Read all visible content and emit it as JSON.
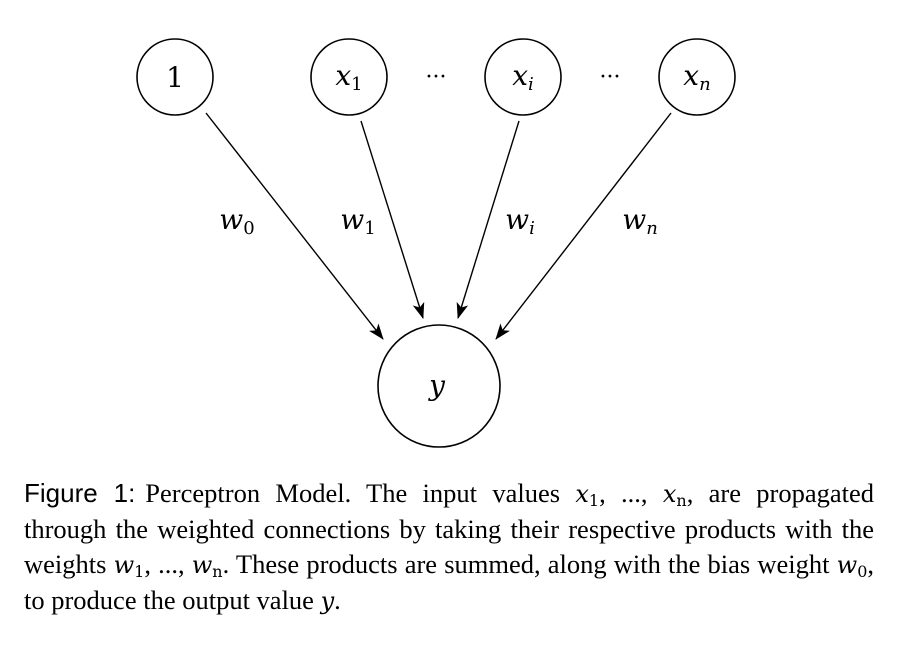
{
  "diagram": {
    "inputs": {
      "bias": "1",
      "x1": {
        "base": "x",
        "sub": "1"
      },
      "xi": {
        "base": "x",
        "sub": "i"
      },
      "xn": {
        "base": "x",
        "sub": "n"
      },
      "ellipsis_left": "···",
      "ellipsis_right": "···"
    },
    "weights": {
      "w0": {
        "base": "w",
        "sub": "0"
      },
      "w1": {
        "base": "w",
        "sub": "1"
      },
      "wi": {
        "base": "w",
        "sub": "i"
      },
      "wn": {
        "base": "w",
        "sub": "n"
      }
    },
    "output": "y"
  },
  "caption": {
    "label": "Figure 1:",
    "t1": "Perceptron Model. The input values ",
    "x1_base": "x",
    "x1_sub": "1",
    "sep1": ", ..., ",
    "xn_base": "x",
    "xn_sub": "n",
    "t2": ", are propagated through the weighted connections by taking their respective products with the weights ",
    "w1_base": "w",
    "w1_sub": "1",
    "sep2": ", ..., ",
    "wn_base": "w",
    "wn_sub": "n",
    "t3": ". These products are summed, along with the bias weight ",
    "w0_base": "w",
    "w0_sub": "0",
    "t4": ", to produce the output value ",
    "y": "y",
    "t5": "."
  }
}
